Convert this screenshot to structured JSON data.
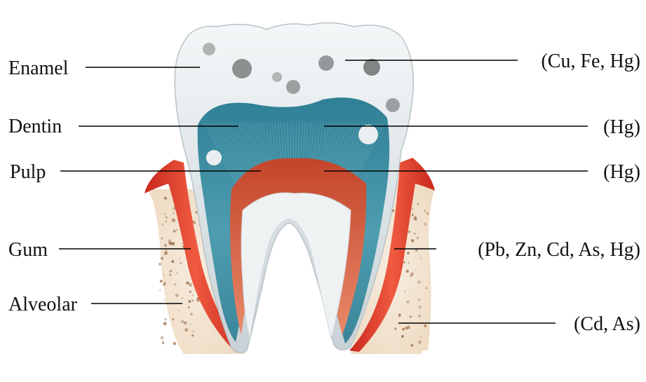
{
  "left_labels": [
    {
      "id": "enamel",
      "text": "Enamel"
    },
    {
      "id": "dentin",
      "text": "Dentin"
    },
    {
      "id": "pulp",
      "text": "Pulp"
    },
    {
      "id": "gum",
      "text": "Gum"
    },
    {
      "id": "alveolar",
      "text": "Alveolar"
    }
  ],
  "right_labels": [
    {
      "id": "enamel-metals",
      "text": "(Cu, Fe, Hg)"
    },
    {
      "id": "dentin-metals",
      "text": "(Hg)"
    },
    {
      "id": "pulp-metals",
      "text": "(Hg)"
    },
    {
      "id": "gum-metals",
      "text": "(Pb, Zn, Cd, As, Hg)"
    },
    {
      "id": "alveolar-metals",
      "text": "(Cd, As)"
    }
  ],
  "colors": {
    "enamel": "#dfe5e7",
    "dentin": "#3f8ea3",
    "pulp": "#d9603f",
    "gum": "#e03a2c",
    "bone": "#f3e7d6",
    "line": "#000000"
  }
}
